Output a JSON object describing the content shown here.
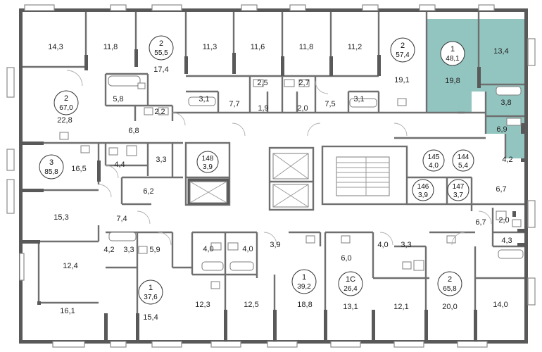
{
  "colors": {
    "highlight": "#93c5c0",
    "wall": "#595959"
  },
  "rooms": [
    {
      "id": "r1",
      "label": "14,3"
    },
    {
      "id": "r2",
      "label": "11,8"
    },
    {
      "id": "r3",
      "label": "17,4"
    },
    {
      "id": "r4",
      "label": "11,3"
    },
    {
      "id": "r5",
      "label": "11,6"
    },
    {
      "id": "r6",
      "label": "11,8"
    },
    {
      "id": "r7",
      "label": "11,2"
    },
    {
      "id": "r8",
      "label": "19,1"
    },
    {
      "id": "r9",
      "label": "19,8"
    },
    {
      "id": "r10",
      "label": "13,4"
    },
    {
      "id": "r11",
      "label": "22,8"
    },
    {
      "id": "r12",
      "label": "5,8"
    },
    {
      "id": "r13",
      "label": "2,2"
    },
    {
      "id": "r14",
      "label": "3,1"
    },
    {
      "id": "r15",
      "label": "2,5"
    },
    {
      "id": "r16",
      "label": "2,7"
    },
    {
      "id": "r17",
      "label": "7,7"
    },
    {
      "id": "r18",
      "label": "1,9"
    },
    {
      "id": "r19",
      "label": "2,0"
    },
    {
      "id": "r20",
      "label": "7,5"
    },
    {
      "id": "r21",
      "label": "3,1"
    },
    {
      "id": "r22",
      "label": "3,8"
    },
    {
      "id": "r23",
      "label": "6,9"
    },
    {
      "id": "r24",
      "label": "6,8"
    },
    {
      "id": "r25",
      "label": "4,2"
    },
    {
      "id": "r26",
      "label": "16,5"
    },
    {
      "id": "r27",
      "label": "4,4"
    },
    {
      "id": "r28",
      "label": "3,3"
    },
    {
      "id": "r29",
      "label": "6,2"
    },
    {
      "id": "r30",
      "label": "6,7"
    },
    {
      "id": "r31",
      "label": "15,3"
    },
    {
      "id": "r32",
      "label": "7,4"
    },
    {
      "id": "r33",
      "label": "6,7"
    },
    {
      "id": "r34",
      "label": "2,0"
    },
    {
      "id": "r35",
      "label": "4,3"
    },
    {
      "id": "r36",
      "label": "12,4"
    },
    {
      "id": "r37",
      "label": "4,2"
    },
    {
      "id": "r38",
      "label": "3,3"
    },
    {
      "id": "r39",
      "label": "5,9"
    },
    {
      "id": "r40",
      "label": "4,0"
    },
    {
      "id": "r41",
      "label": "4,0"
    },
    {
      "id": "r42",
      "label": "3,9"
    },
    {
      "id": "r43",
      "label": "6,0"
    },
    {
      "id": "r44",
      "label": "4,0"
    },
    {
      "id": "r45",
      "label": "3,3"
    },
    {
      "id": "r46",
      "label": "16,1"
    },
    {
      "id": "r47",
      "label": "15,4"
    },
    {
      "id": "r48",
      "label": "12,3"
    },
    {
      "id": "r49",
      "label": "12,5"
    },
    {
      "id": "r50",
      "label": "18,8"
    },
    {
      "id": "r51",
      "label": "13,1"
    },
    {
      "id": "r52",
      "label": "12,1"
    },
    {
      "id": "r53",
      "label": "20,0"
    },
    {
      "id": "r54",
      "label": "14,0"
    }
  ],
  "units": [
    {
      "id": "u1",
      "rooms": "2",
      "total": "55,5"
    },
    {
      "id": "u2",
      "rooms": "2",
      "total": "57,4"
    },
    {
      "id": "u3",
      "rooms": "1",
      "total": "48,1"
    },
    {
      "id": "u4",
      "rooms": "2",
      "total": "67,0"
    },
    {
      "id": "u5",
      "rooms": "3",
      "total": "85,8"
    },
    {
      "id": "u6",
      "rooms": "148",
      "total": "3,9"
    },
    {
      "id": "u7",
      "rooms": "145",
      "total": "4,0"
    },
    {
      "id": "u8",
      "rooms": "144",
      "total": "5,4"
    },
    {
      "id": "u9",
      "rooms": "146",
      "total": "3,9"
    },
    {
      "id": "u10",
      "rooms": "147",
      "total": "3,7"
    },
    {
      "id": "u11",
      "rooms": "1",
      "total": "37,6"
    },
    {
      "id": "u12",
      "rooms": "1",
      "total": "39,2"
    },
    {
      "id": "u13",
      "rooms": "1С",
      "total": "26,4"
    },
    {
      "id": "u14",
      "rooms": "2",
      "total": "65,8"
    }
  ]
}
